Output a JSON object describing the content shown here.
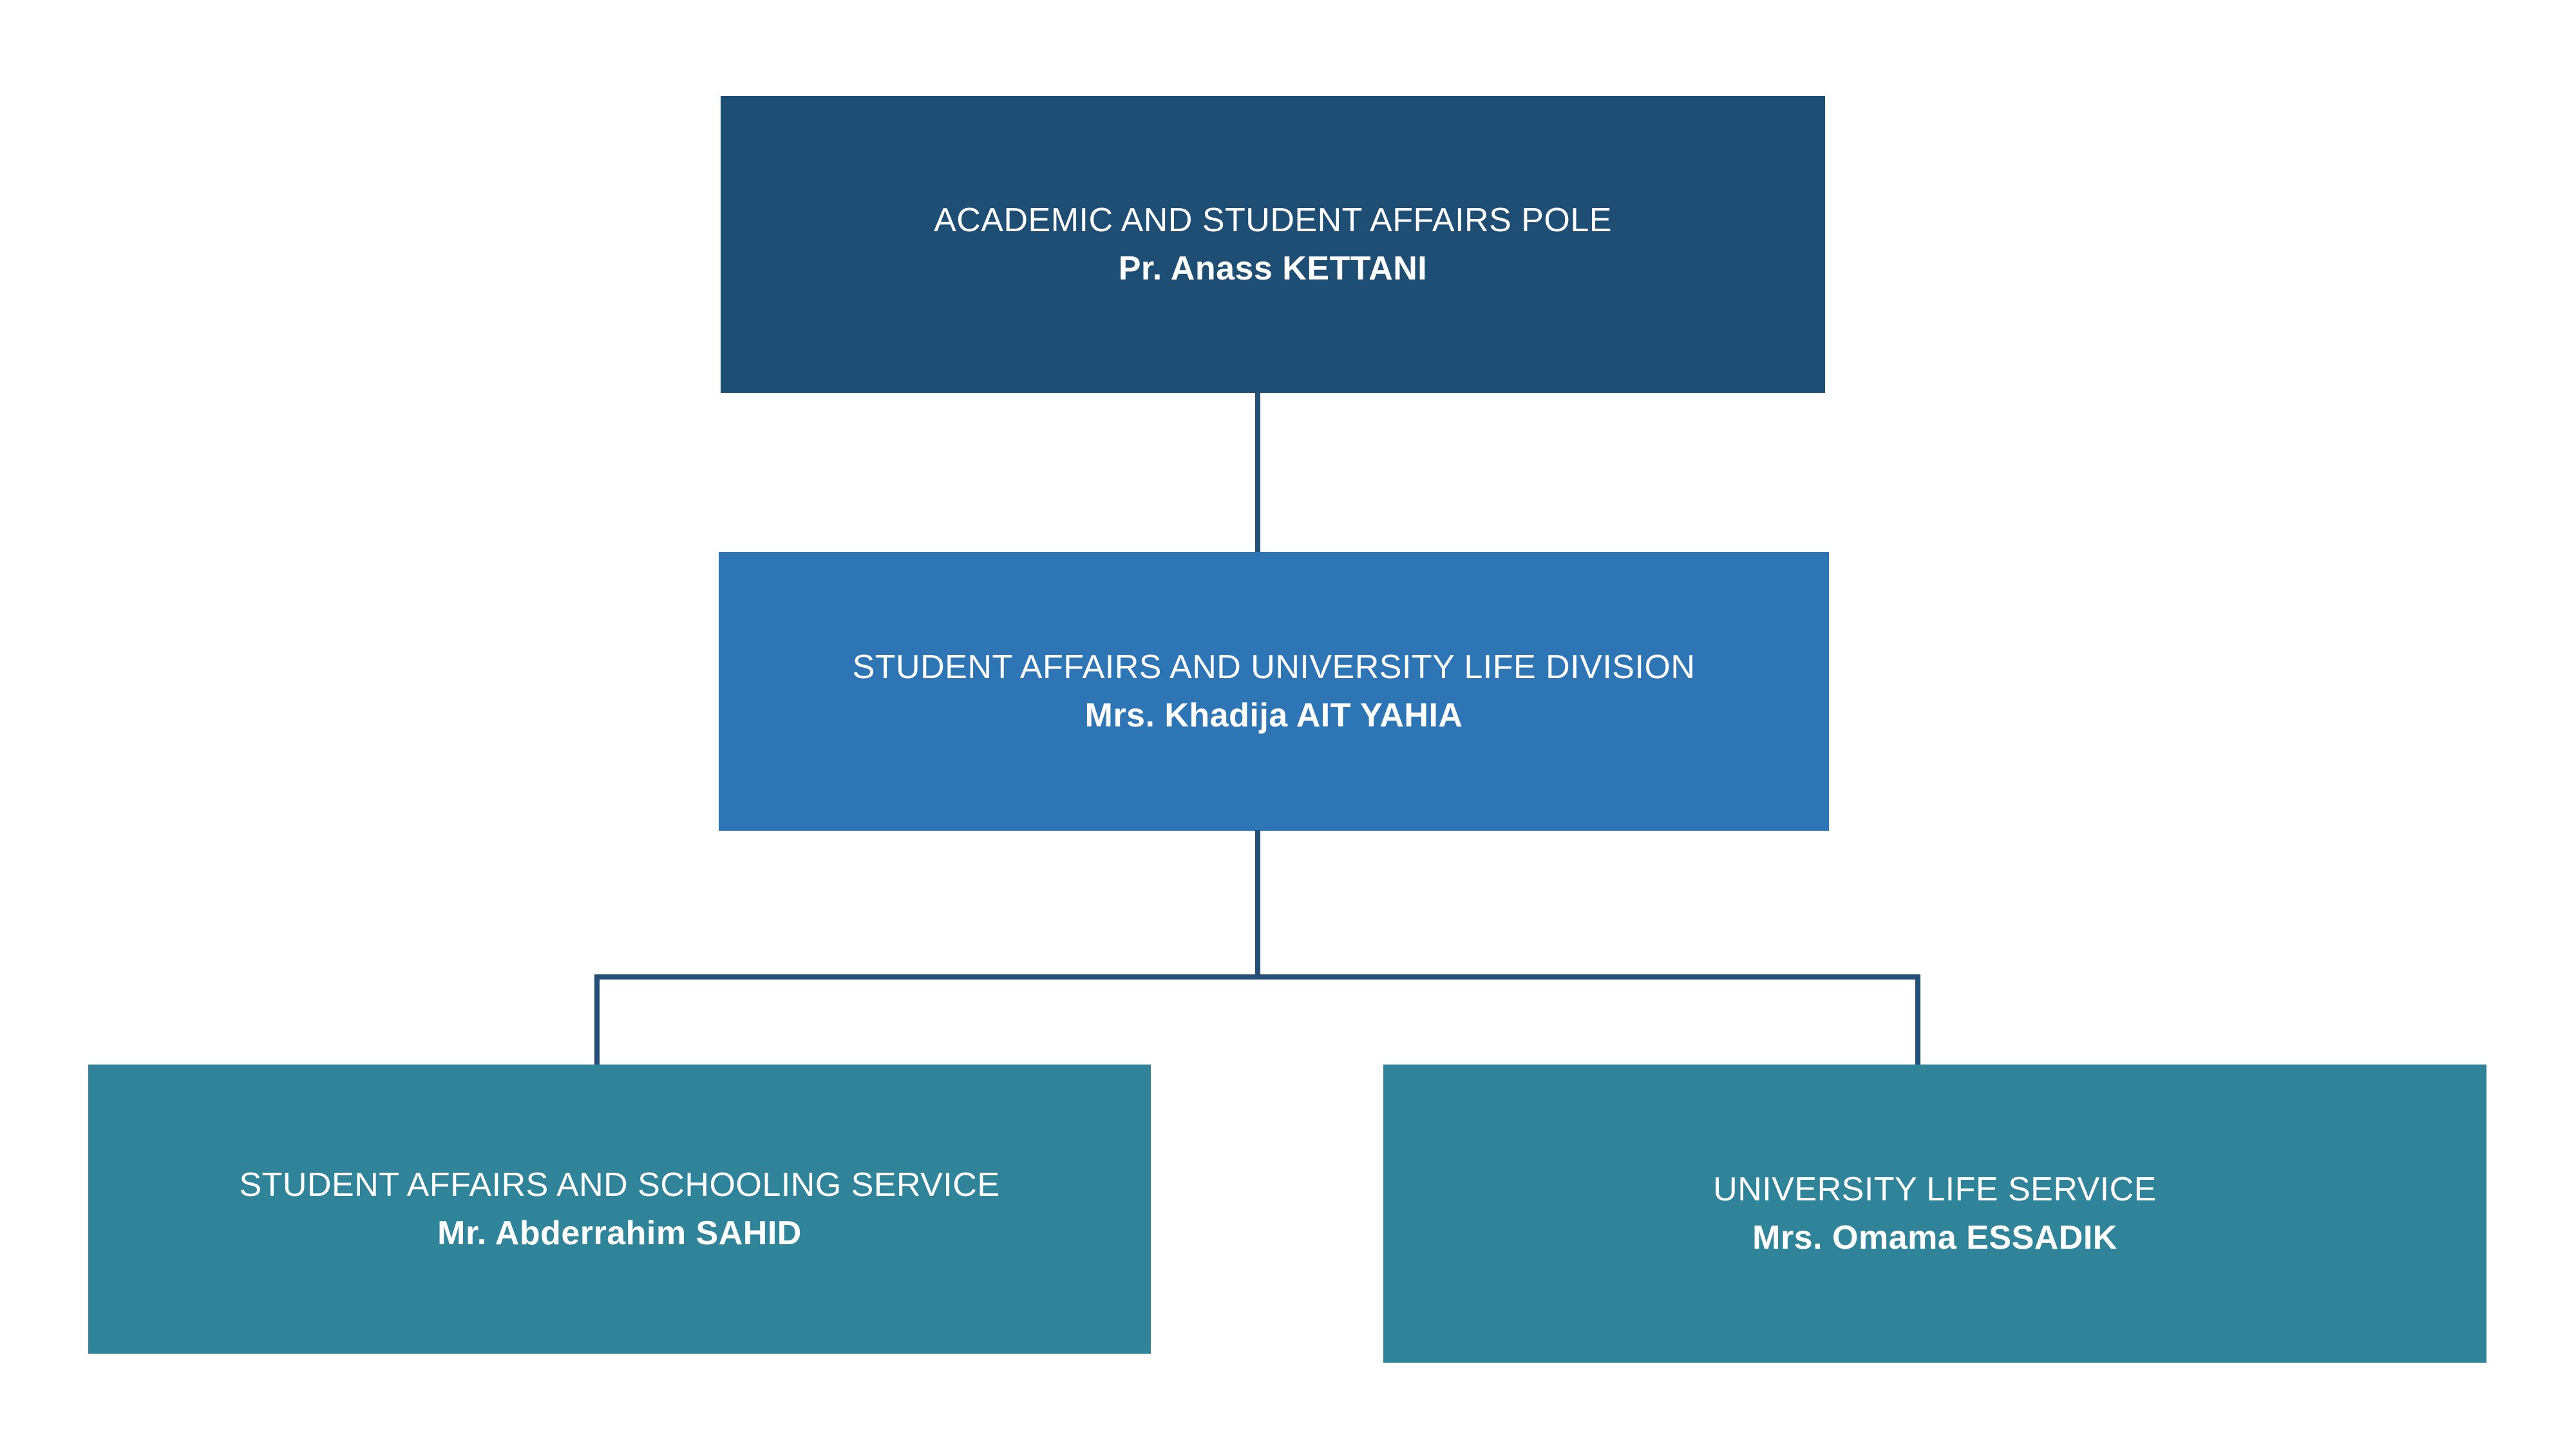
{
  "org_chart": {
    "type": "org-chart",
    "background_color": "#FFFFFF",
    "connector_color": "#234F78",
    "text_color": "#FFFFFF",
    "nodes": [
      {
        "id": "pole",
        "title": "ACADEMIC AND STUDENT AFFAIRS POLE",
        "name": "Pr. Anass KETTANI",
        "color": "#1F4E74",
        "level": 1,
        "reports_to": null
      },
      {
        "id": "division",
        "title": "STUDENT AFFAIRS AND UNIVERSITY LIFE DIVISION",
        "name": "Mrs. Khadija AIT YAHIA",
        "color": "#2E75B6",
        "level": 2,
        "reports_to": "pole"
      },
      {
        "id": "service-schooling",
        "title": "STUDENT AFFAIRS AND SCHOOLING SERVICE",
        "name": "Mr. Abderrahim SAHID",
        "color": "#2F8499",
        "level": 3,
        "reports_to": "division"
      },
      {
        "id": "service-university-life",
        "title": "UNIVERSITY LIFE SERVICE",
        "name": "Mrs. Omama ESSADIK",
        "color": "#2F8499",
        "level": 3,
        "reports_to": "division"
      }
    ]
  }
}
